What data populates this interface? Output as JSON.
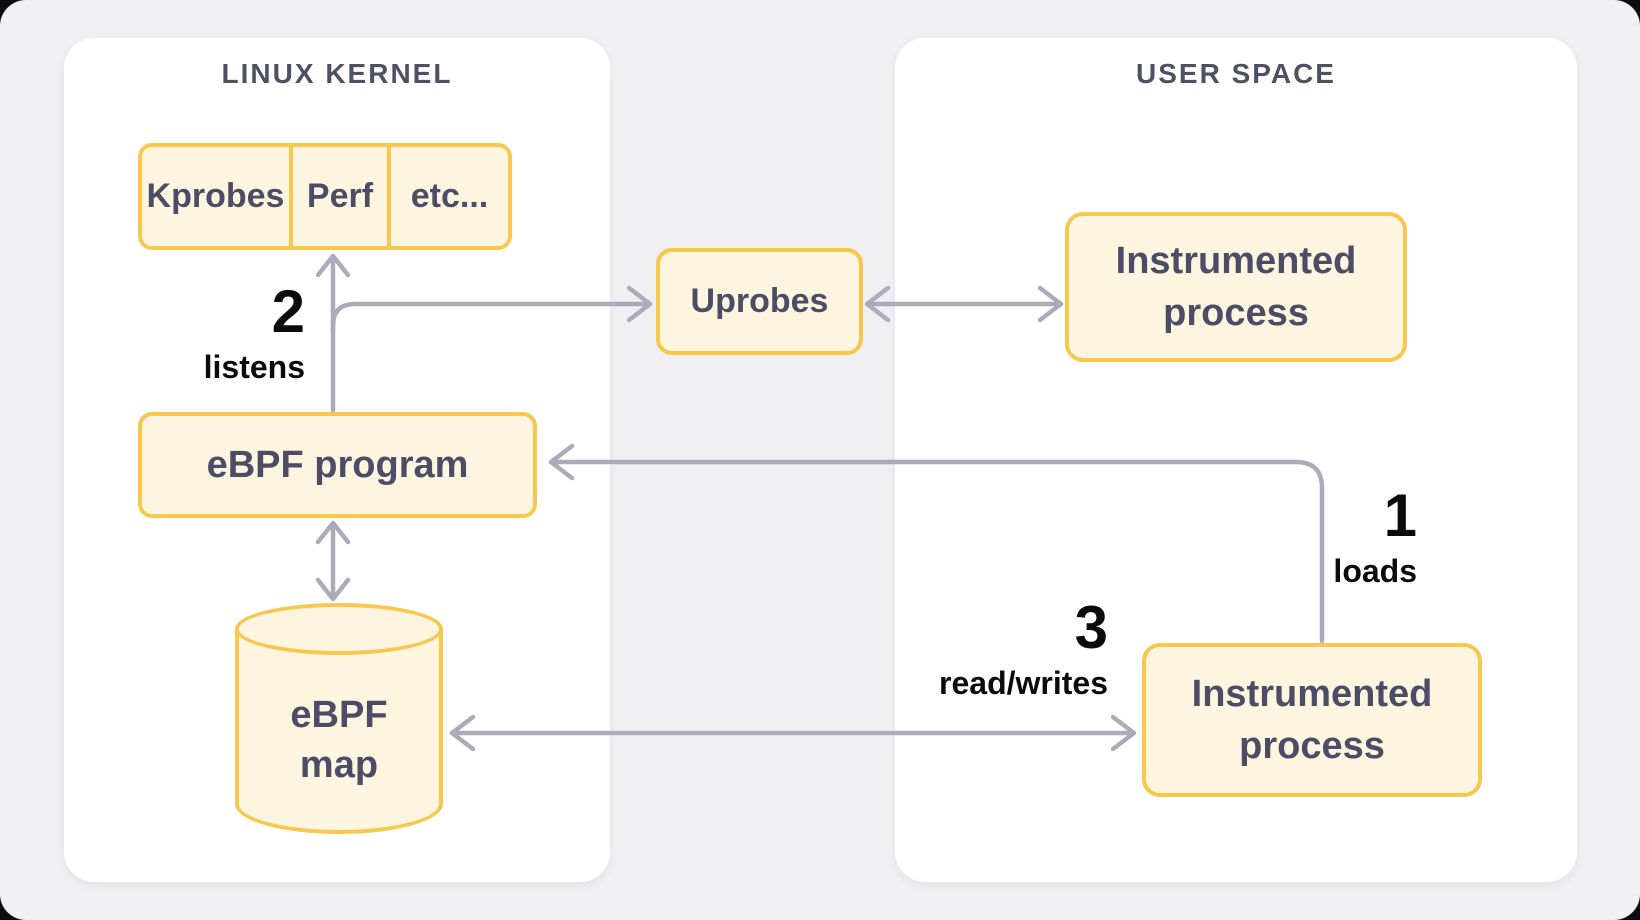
{
  "panels": {
    "kernel": {
      "title": "LINUX KERNEL"
    },
    "user": {
      "title": "USER SPACE"
    }
  },
  "nodes": {
    "probes": {
      "cells": [
        "Kprobes",
        "Perf",
        "etc..."
      ]
    },
    "uprobes": {
      "label": "Uprobes"
    },
    "ebpf_program": {
      "label": "eBPF program"
    },
    "ebpf_map": {
      "lines": [
        "eBPF",
        "map"
      ]
    },
    "process_top": {
      "lines": [
        "Instrumented",
        "process"
      ]
    },
    "process_bottom": {
      "lines": [
        "Instrumented",
        "process"
      ]
    }
  },
  "annotations": {
    "step1": {
      "number": "1",
      "label": "loads"
    },
    "step2": {
      "number": "2",
      "label": "listens"
    },
    "step3": {
      "number": "3",
      "label": "read/writes"
    }
  },
  "colors": {
    "page_bg": "#F0F0F3",
    "panel_bg": "#FFFFFF",
    "accent_border": "#F7C74E",
    "accent_fill": "#FDF5E0",
    "arrow": "#ABABBC",
    "node_text": "#4C4C66",
    "panel_title": "#4E5164",
    "annotation_text": "#0B0B0B"
  }
}
